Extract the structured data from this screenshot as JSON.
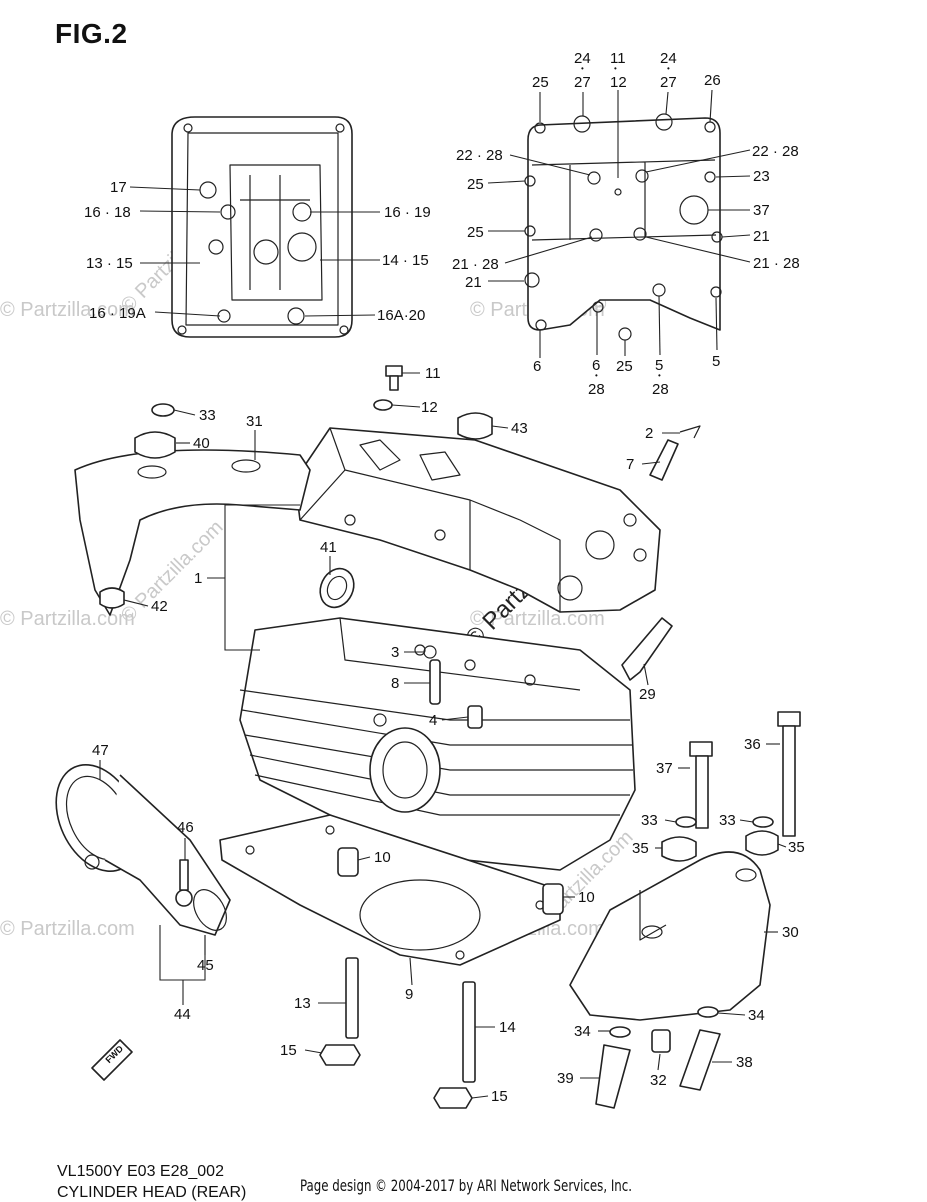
{
  "figure_title": "FIG.2",
  "footer": {
    "model_code": "VL1500Y E03 E28_002",
    "assembly_name": "CYLINDER HEAD (REAR)",
    "copyright": "Page design © 2004-2017 by ARI Network Services, Inc."
  },
  "watermark": "© Partzilla.com",
  "fwd_label": "FWD",
  "callouts": {
    "c24a": "24",
    "c27a": "27",
    "c11": "11",
    "c12": "12",
    "c24b": "24",
    "c27b": "27",
    "c25a": "25",
    "c26": "26",
    "c2228a": "22 · 28",
    "c2228b": "22 · 28",
    "c25b": "25",
    "c23": "23",
    "c37a": "37",
    "c25c": "25",
    "c21a": "21",
    "c2128a": "21 · 28",
    "c2128b": "21 · 28",
    "c21b": "21",
    "c6a": "6",
    "c6b": "6",
    "c28a": "28",
    "c25d": "25",
    "c5a": "5",
    "c28b": "28",
    "c5b": "5",
    "c17": "17",
    "c1618": "16 · 18",
    "c1619": "16 · 19",
    "c1315": "13 · 15",
    "c1415": "14 · 15",
    "c1619a": "16 · 19A",
    "c16a20": "16A·20",
    "c11b": "11",
    "c12b": "12",
    "c33a": "33",
    "c40": "40",
    "c31": "31",
    "c43": "43",
    "c2": "2",
    "c7": "7",
    "c41": "41",
    "c1": "1",
    "c42": "42",
    "c3": "3",
    "c8": "8",
    "c4": "4",
    "c29": "29",
    "c47": "47",
    "c36": "36",
    "c37b": "37",
    "c33b": "33",
    "c33c": "33",
    "c35a": "35",
    "c35b": "35",
    "c46": "46",
    "c10a": "10",
    "c10b": "10",
    "c30": "30",
    "c45": "45",
    "c9": "9",
    "c44": "44",
    "c13": "13",
    "c14": "14",
    "c34a": "34",
    "c34b": "34",
    "c15a": "15",
    "c32": "32",
    "c38": "38",
    "c39": "39",
    "c15b": "15"
  }
}
